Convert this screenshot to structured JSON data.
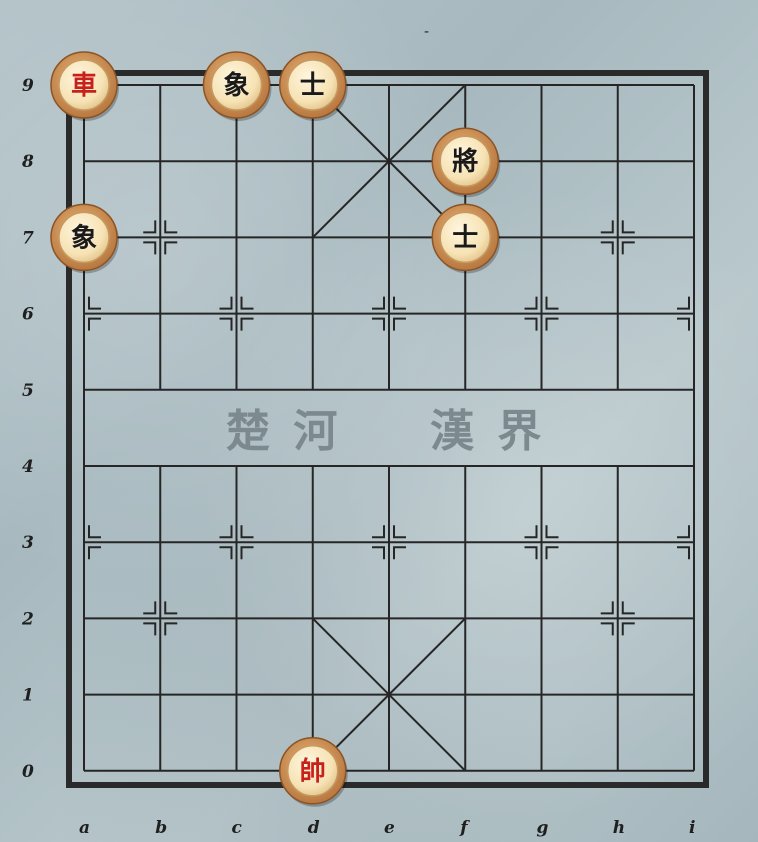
{
  "board": {
    "files": [
      "a",
      "b",
      "c",
      "d",
      "e",
      "f",
      "g",
      "h",
      "i"
    ],
    "ranks": [
      "0",
      "1",
      "2",
      "3",
      "4",
      "5",
      "6",
      "7",
      "8",
      "9"
    ],
    "river_left": "楚 河",
    "river_right": "漢 界",
    "top_mark": "-"
  },
  "colors": {
    "red_piece_text": "#c8201a",
    "black_piece_text": "#1a1a1a",
    "piece_face": "#f6e2b4",
    "piece_rim": "#b4733a"
  },
  "pieces": [
    {
      "name": "rook-red",
      "char": "車",
      "side": "red",
      "file": "a",
      "rank": 9
    },
    {
      "name": "elephant-black",
      "char": "象",
      "side": "black",
      "file": "c",
      "rank": 9
    },
    {
      "name": "advisor-black",
      "char": "士",
      "side": "black",
      "file": "d",
      "rank": 9
    },
    {
      "name": "general-black",
      "char": "將",
      "side": "black",
      "file": "f",
      "rank": 8
    },
    {
      "name": "elephant-black",
      "char": "象",
      "side": "black",
      "file": "a",
      "rank": 7
    },
    {
      "name": "advisor-black",
      "char": "士",
      "side": "black",
      "file": "f",
      "rank": 7
    },
    {
      "name": "general-red",
      "char": "帥",
      "side": "red",
      "file": "d",
      "rank": 0
    }
  ]
}
